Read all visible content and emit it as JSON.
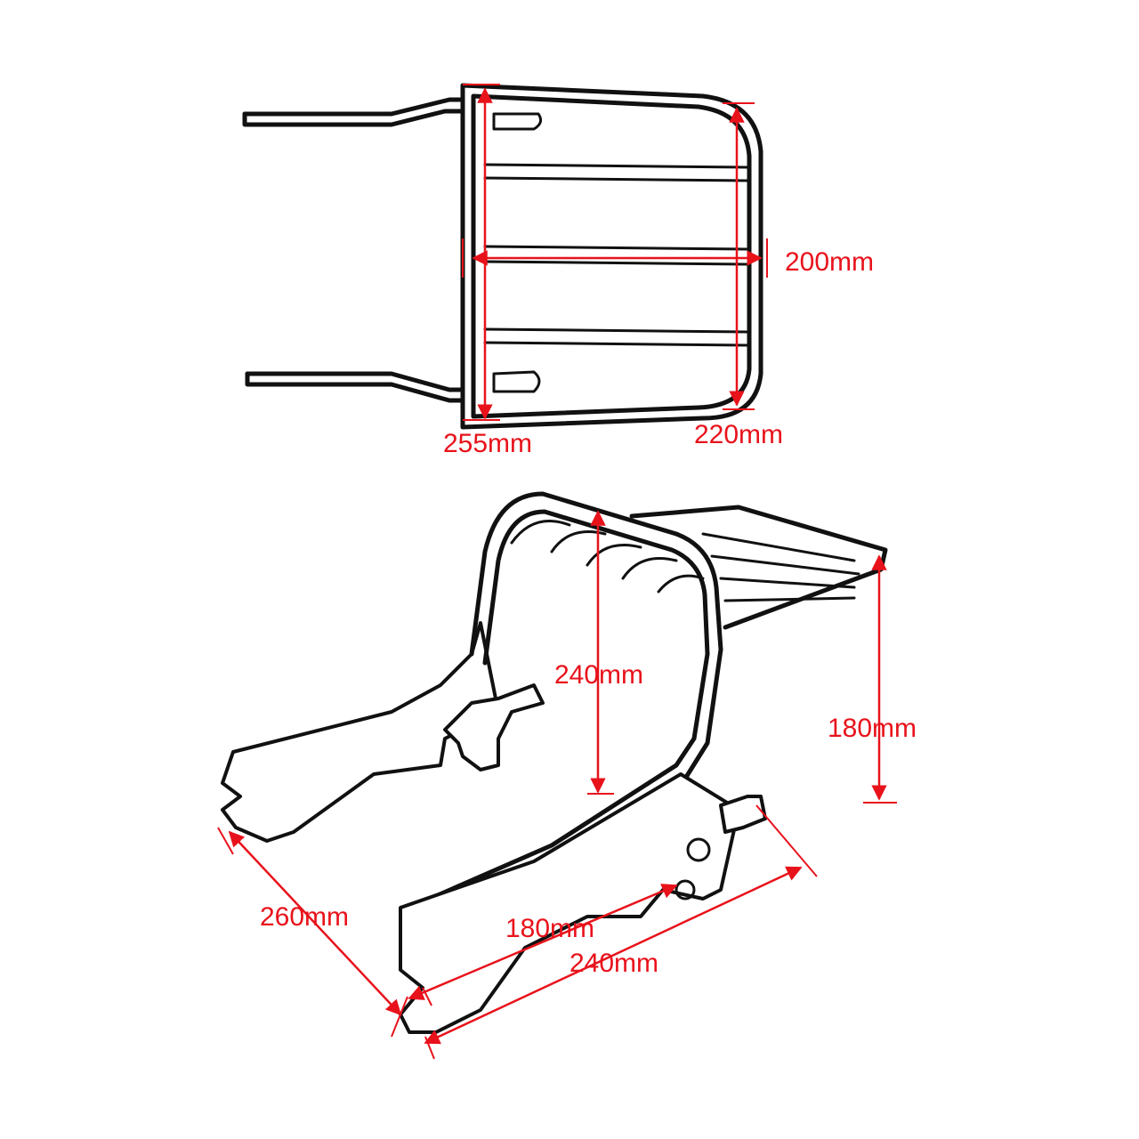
{
  "diagram": {
    "top_view": {
      "dimensions": [
        {
          "id": "width",
          "label": "200mm"
        },
        {
          "id": "depth-left",
          "label": "255mm"
        },
        {
          "id": "depth-right",
          "label": "220mm"
        }
      ]
    },
    "side_view": {
      "dimensions": [
        {
          "id": "upright-height",
          "label": "240mm"
        },
        {
          "id": "rack-height",
          "label": "180mm"
        },
        {
          "id": "bracket-length",
          "label": "260mm"
        },
        {
          "id": "mount-spacing-inner",
          "label": "180mm"
        },
        {
          "id": "mount-spacing-outer",
          "label": "240mm"
        }
      ]
    },
    "colors": {
      "dimension": "#e8121b",
      "outline": "#111111",
      "background": "#ffffff"
    }
  }
}
